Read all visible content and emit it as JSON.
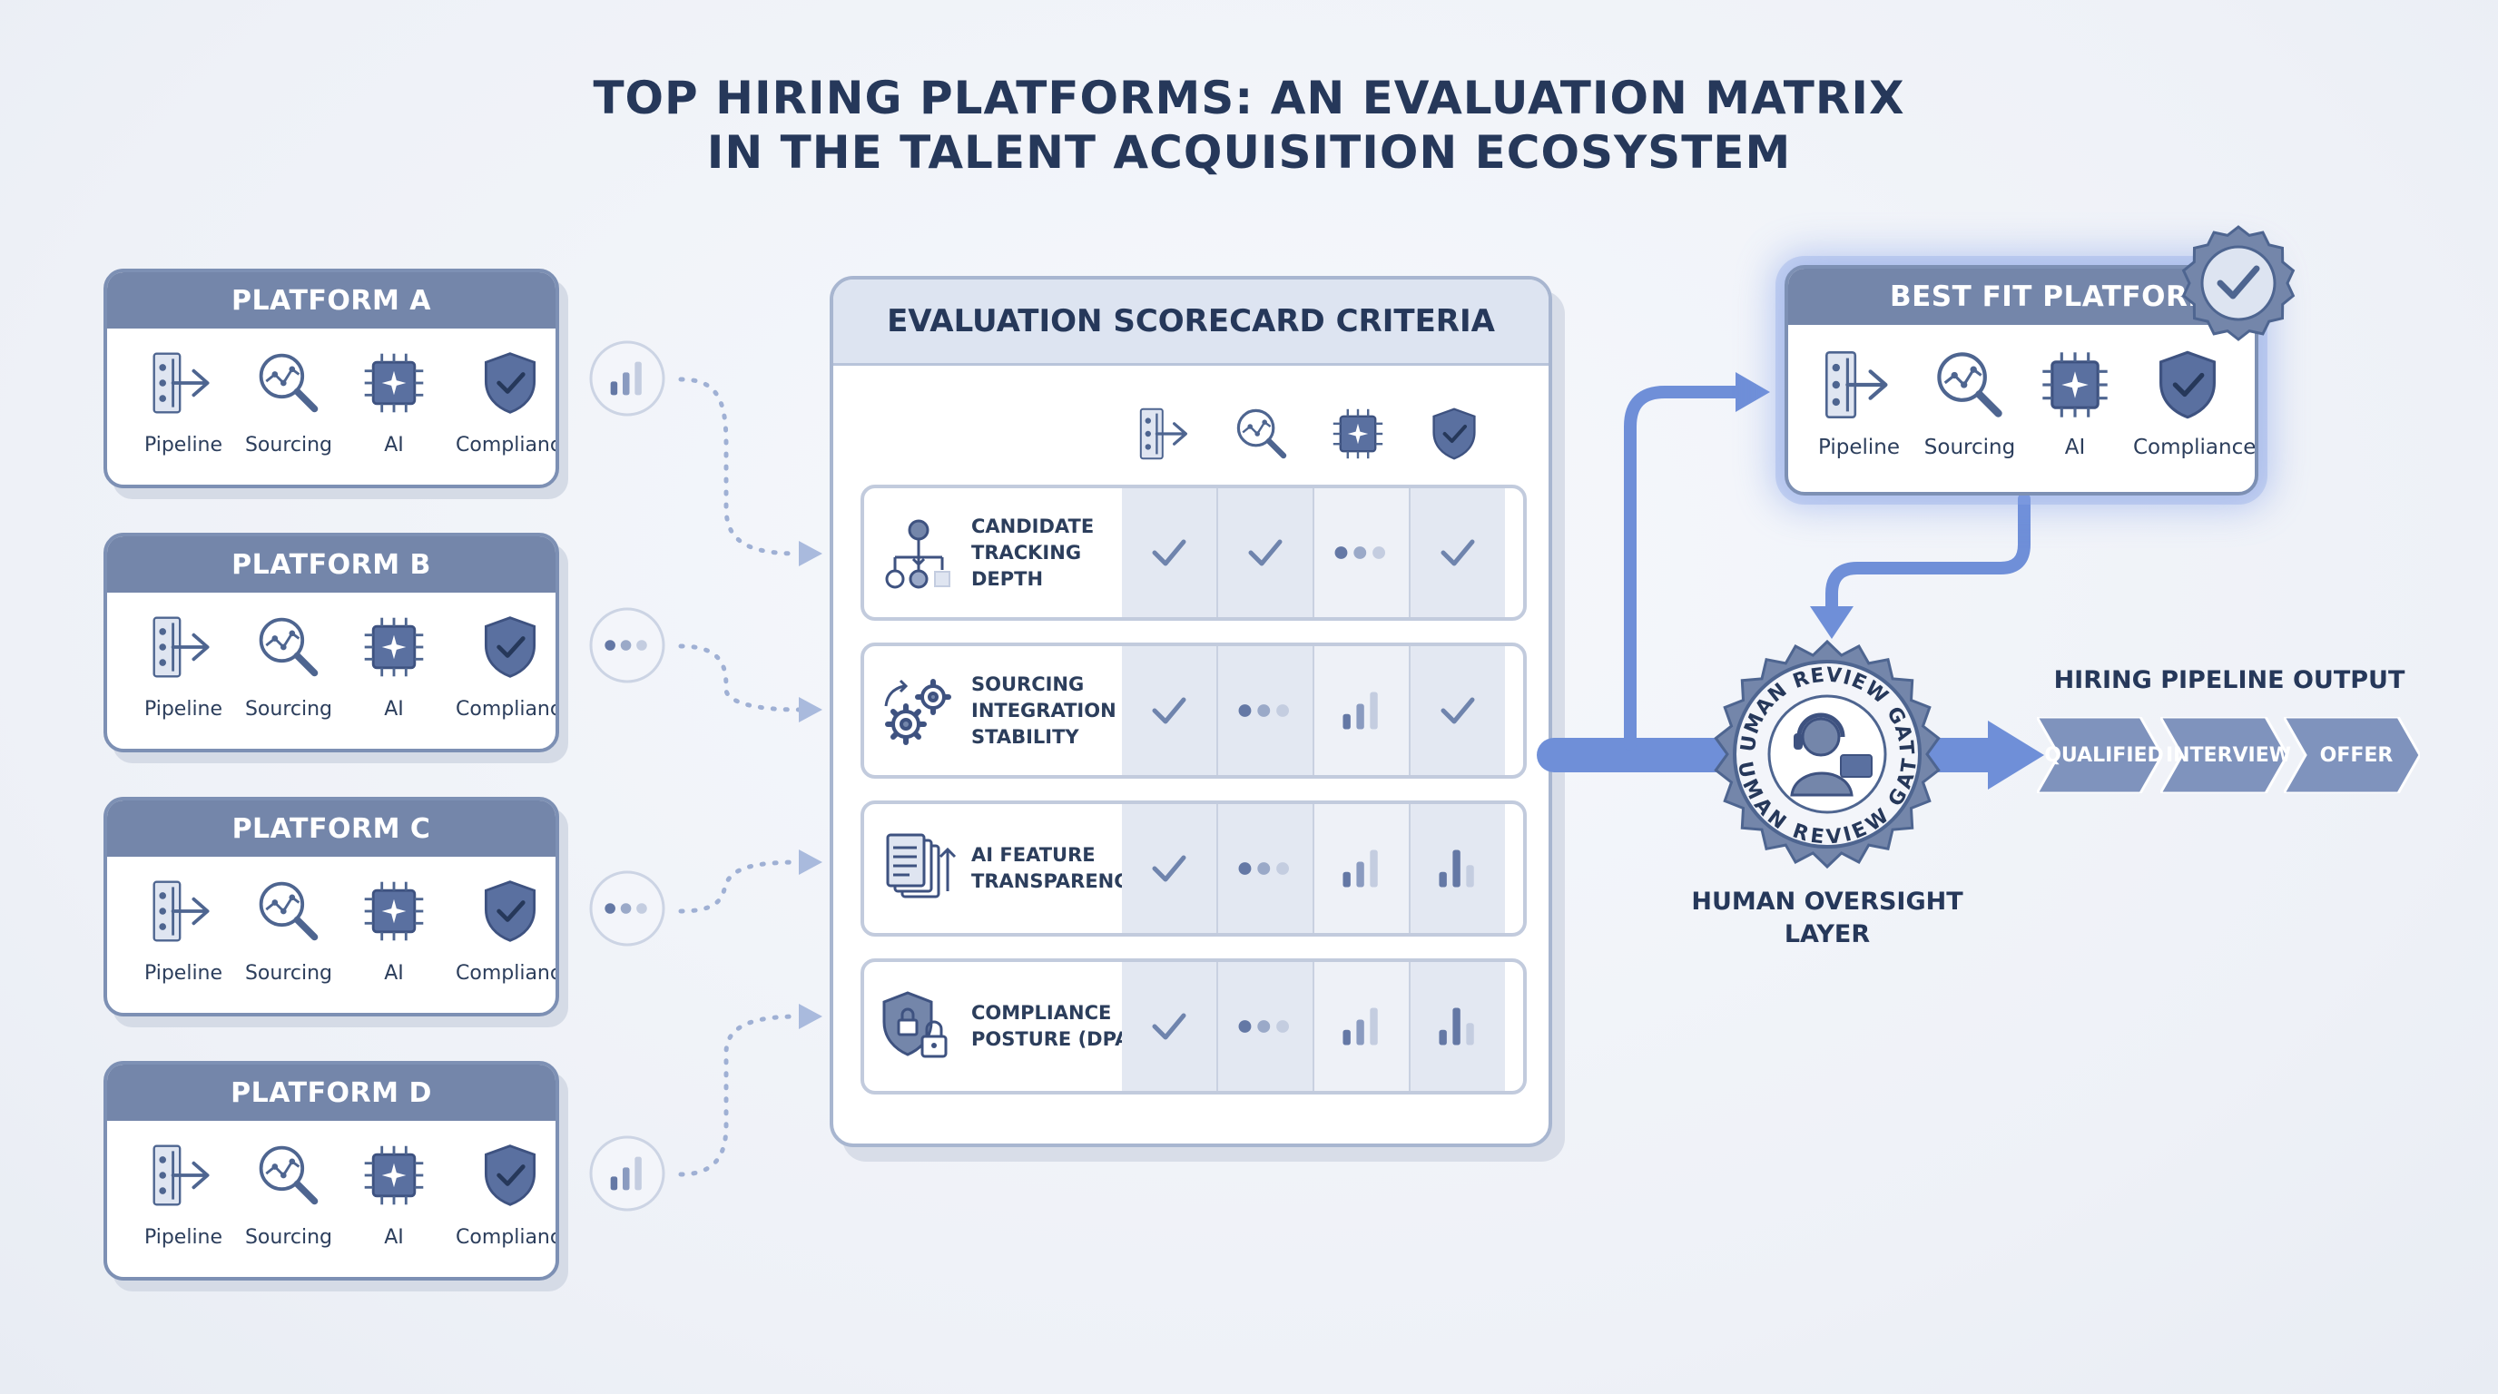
{
  "title": {
    "line1": "TOP HIRING PLATFORMS: AN EVALUATION MATRIX",
    "line2": "IN THE TALENT ACQUISITION ECOSYSTEM"
  },
  "feature_labels": [
    "Pipeline",
    "Sourcing",
    "AI",
    "Compliance"
  ],
  "platforms": [
    {
      "name": "PLATFORM A",
      "signal": "bars-signal-icon"
    },
    {
      "name": "PLATFORM B",
      "signal": "dots-signal-icon"
    },
    {
      "name": "PLATFORM C",
      "signal": "dots-signal-icon"
    },
    {
      "name": "PLATFORM D",
      "signal": "bars-signal-icon"
    }
  ],
  "scorecard": {
    "title": "EVALUATION SCORECARD CRITERIA",
    "column_icons": [
      "pipeline-icon",
      "sourcing-icon",
      "ai-chip-icon",
      "compliance-shield-icon"
    ],
    "rows": [
      {
        "label": "CANDIDATE TRACKING DEPTH",
        "icon": "org-tree-icon",
        "marks": [
          "check",
          "check",
          "dots",
          "check"
        ]
      },
      {
        "label": "SOURCING INTEGRATION STABILITY",
        "icon": "gears-icon",
        "marks": [
          "check",
          "dots",
          "bars-low",
          "check"
        ]
      },
      {
        "label": "AI FEATURE TRANSPARENCY",
        "icon": "documents-icon",
        "marks": [
          "check",
          "dots",
          "bars-low",
          "bars-mid"
        ]
      },
      {
        "label": "COMPLIANCE POSTURE (DPA)",
        "icon": "lock-shield-icon",
        "marks": [
          "check",
          "dots",
          "bars-low",
          "bars-mid"
        ]
      }
    ]
  },
  "best_fit": {
    "title": "BEST FIT PLATFORM",
    "badge": "verified-badge-icon"
  },
  "gate": {
    "ring_text": "HUMAN REVIEW GATE",
    "label_line1": "HUMAN OVERSIGHT",
    "label_line2": "LAYER"
  },
  "output": {
    "title": "HIRING PIPELINE OUTPUT",
    "stages": [
      "QUALIFIED",
      "INTERVIEW",
      "OFFER"
    ]
  },
  "colors": {
    "accent": "#7486aa",
    "flow": "#6f8fd8",
    "ink": "#26385a",
    "icon": "#4e6590"
  }
}
